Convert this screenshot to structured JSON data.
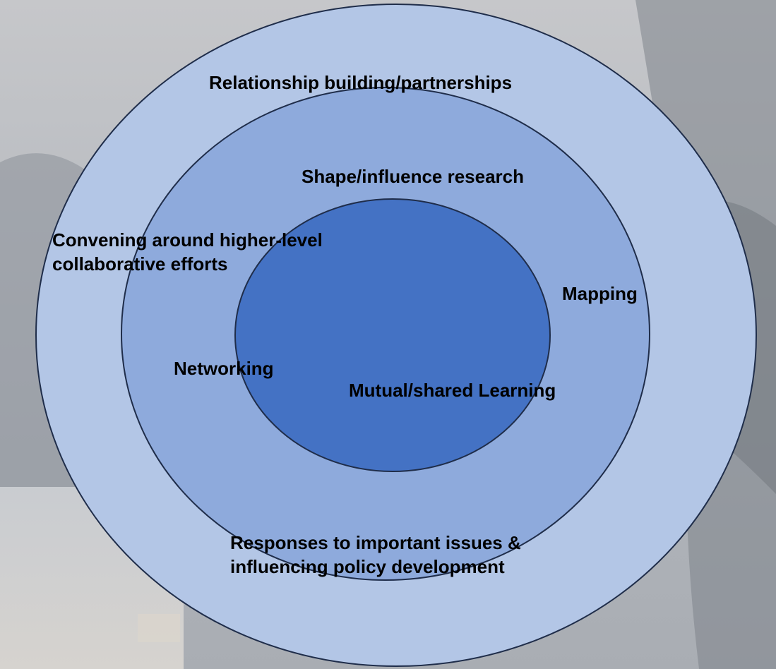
{
  "diagram": {
    "type": "nested-circles",
    "colors": {
      "outer_ring": "#b3c6e6",
      "middle_ring": "#8eaadc",
      "inner_ring": "#4472c4",
      "outline": "#1f2d4a",
      "text": "#000000"
    },
    "labels": {
      "relationship_building": "Relationship building/partnerships",
      "shape_influence_research": "Shape/influence research",
      "convening_line1": "Convening around higher-level",
      "convening_line2": "collaborative efforts",
      "mapping": "Mapping",
      "networking": "Networking",
      "mutual_learning": "Mutual/shared Learning",
      "responses_line1": "Responses to important issues &",
      "responses_line2": "influencing policy development"
    }
  }
}
